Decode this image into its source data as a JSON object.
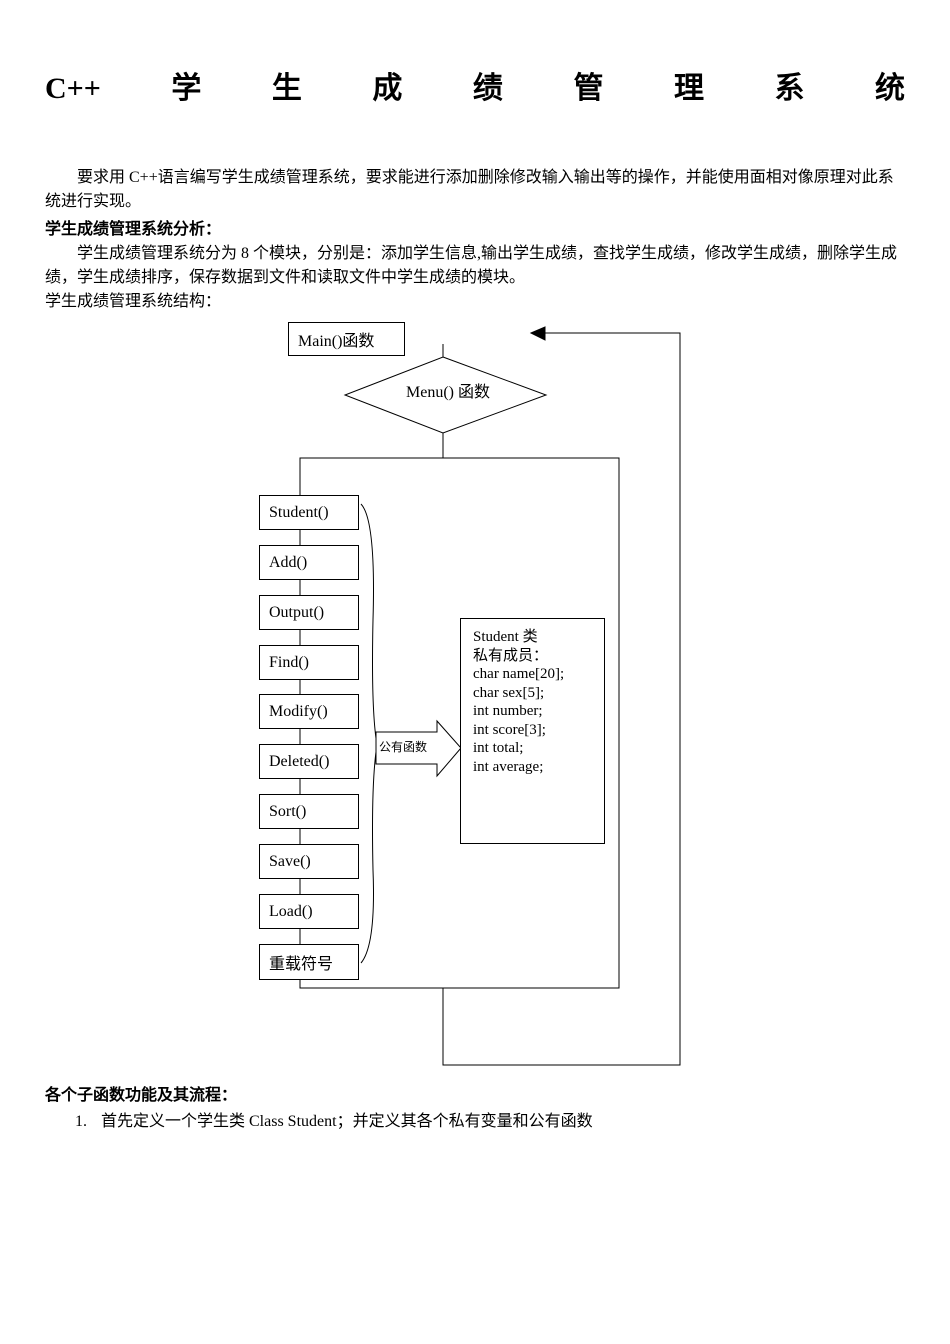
{
  "title": {
    "prefix": "C++",
    "chars": [
      "学",
      "生",
      "成",
      "绩",
      "管",
      "理",
      "系",
      "统"
    ]
  },
  "intro": {
    "text": "要求用 C++语言编写学生成绩管理系统，要求能进行添加删除修改输入输出等的操作，并能使用面相对像原理对此系统进行实现。"
  },
  "analysis": {
    "heading": "学生成绩管理系统分析：",
    "body": "学生成绩管理系统分为 8 个模块，分别是：添加学生信息,输出学生成绩，查找学生成绩，修改学生成绩，删除学生成绩，学生成绩排序，保存数据到文件和读取文件中学生成绩的模块。",
    "structure_heading": "学生成绩管理系统结构："
  },
  "diagram": {
    "main_box": "Main()函数",
    "menu_label": "Menu() 函数",
    "function_boxes": [
      "Student()",
      "Add()",
      "Output()",
      "Find()",
      "Modify()",
      "Deleted()",
      "Sort()",
      "Save()",
      "Load()",
      "重载符号"
    ],
    "arrow_label": "公有函数",
    "class_box": [
      "Student 类",
      "私有成员：",
      "char name[20];",
      "char sex[5];",
      "int number;",
      "int score[3];",
      "int total;",
      "int average;"
    ]
  },
  "footer": {
    "heading": "各个子函数功能及其流程：",
    "item1_num": "1.",
    "item1_text": "首先定义一个学生类 Class Student；并定义其各个私有变量和公有函数"
  }
}
